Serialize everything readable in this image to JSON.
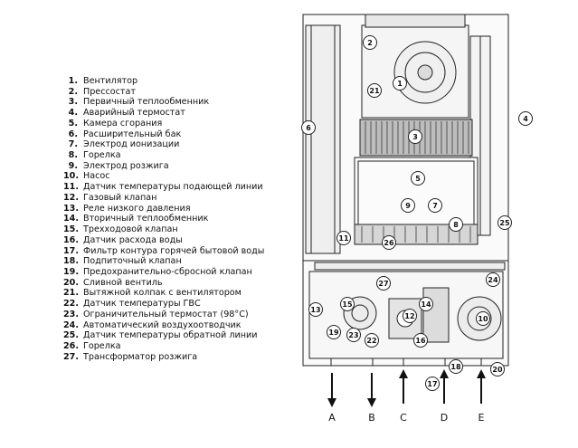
{
  "legend": [
    {
      "num": "1.",
      "text": "Вентилятор"
    },
    {
      "num": "2.",
      "text": "Прессостат"
    },
    {
      "num": "3.",
      "text": "Первичный теплообменник"
    },
    {
      "num": "4.",
      "text": "Аварийный термостат"
    },
    {
      "num": "5.",
      "text": "Камера сгорания"
    },
    {
      "num": "6.",
      "text": "Расширительный бак"
    },
    {
      "num": "7.",
      "text": "Электрод ионизации"
    },
    {
      "num": "8.",
      "text": "Горелка"
    },
    {
      "num": "9.",
      "text": "Электрод розжига"
    },
    {
      "num": "10.",
      "text": "Насос"
    },
    {
      "num": "11.",
      "text": "Датчик температуры подающей линии"
    },
    {
      "num": "12.",
      "text": "Газовый клапан"
    },
    {
      "num": "13.",
      "text": "Реле низкого давления"
    },
    {
      "num": "14.",
      "text": "Вторичный теплообменник"
    },
    {
      "num": "15.",
      "text": "Трехходовой клапан"
    },
    {
      "num": "16.",
      "text": "Датчик расхода воды"
    },
    {
      "num": "17.",
      "text": "Фильтр контура горячей бытовой воды"
    },
    {
      "num": "18.",
      "text": "Подпиточный клапан"
    },
    {
      "num": "19.",
      "text": "Предохранительно-сбросной клапан"
    },
    {
      "num": "20.",
      "text": "Сливной вентиль"
    },
    {
      "num": "21.",
      "text": "Вытяжной колпак с вентилятором"
    },
    {
      "num": "22.",
      "text": "Датчик температуры ГВС"
    },
    {
      "num": "23.",
      "text": "Ограничительный термостат (98°С)"
    },
    {
      "num": "24.",
      "text": "Автоматический воздухоотводчик"
    },
    {
      "num": "25.",
      "text": "Датчик температуры обратной линии"
    },
    {
      "num": "26.",
      "text": "Горелка"
    },
    {
      "num": "27.",
      "text": "Трансформатор розжига"
    }
  ],
  "callouts": [
    "1",
    "2",
    "3",
    "4",
    "5",
    "6",
    "7",
    "8",
    "9",
    "10",
    "11",
    "12",
    "13",
    "14",
    "15",
    "16",
    "17",
    "18",
    "19",
    "20",
    "21",
    "22",
    "23",
    "24",
    "25",
    "26",
    "27"
  ],
  "arrows": [
    {
      "label": "A",
      "direction": "down"
    },
    {
      "label": "B",
      "direction": "down"
    },
    {
      "label": "C",
      "direction": "up"
    },
    {
      "label": "D",
      "direction": "up"
    },
    {
      "label": "E",
      "direction": "up"
    }
  ],
  "colors": {
    "line": "#222222",
    "fill_light": "#f2f2f2",
    "fill_mid": "#d9d9d9",
    "fill_dark": "#555555"
  }
}
